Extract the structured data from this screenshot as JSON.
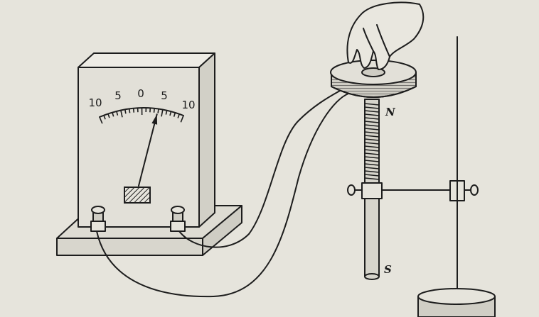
{
  "galvanometer": {
    "scale_labels": [
      "10",
      "5",
      "0",
      "5",
      "10"
    ],
    "needle_fraction": 0.68
  },
  "magnet": {
    "north_label": "N",
    "south_label": "S"
  }
}
